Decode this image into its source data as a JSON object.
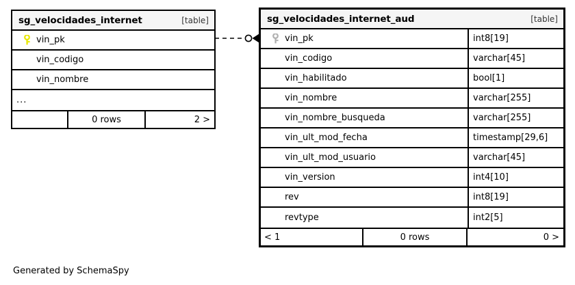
{
  "diagram": {
    "generator_credit": "Generated by SchemaSpy",
    "type_tag": "[table]"
  },
  "tables": [
    {
      "id": "sg_velocidades_internet",
      "name": "sg_velocidades_internet",
      "type_tag": "[table]",
      "columns": [
        {
          "name": "vin_pk",
          "key": "primary-key",
          "key_color": "#e8e800",
          "type": ""
        },
        {
          "name": "vin_codigo",
          "key": "none",
          "type": ""
        },
        {
          "name": "vin_nombre",
          "key": "none",
          "type": ""
        }
      ],
      "ellipsis": "...",
      "footer": {
        "left": "",
        "middle": "0 rows",
        "right": "2 >"
      }
    },
    {
      "id": "sg_velocidades_internet_aud",
      "name": "sg_velocidades_internet_aud",
      "type_tag": "[table]",
      "columns": [
        {
          "name": "vin_pk",
          "key": "primary-key",
          "key_color": "#b0b0b0",
          "type": "int8[19]"
        },
        {
          "name": "vin_codigo",
          "key": "none",
          "type": "varchar[45]"
        },
        {
          "name": "vin_habilitado",
          "key": "none",
          "type": "bool[1]"
        },
        {
          "name": "vin_nombre",
          "key": "none",
          "type": "varchar[255]"
        },
        {
          "name": "vin_nombre_busqueda",
          "key": "none",
          "type": "varchar[255]"
        },
        {
          "name": "vin_ult_mod_fecha",
          "key": "none",
          "type": "timestamp[29,6]"
        },
        {
          "name": "vin_ult_mod_usuario",
          "key": "none",
          "type": "varchar[45]"
        },
        {
          "name": "vin_version",
          "key": "none",
          "type": "int4[10]"
        },
        {
          "name": "rev",
          "key": "none",
          "type": "int8[19]"
        },
        {
          "name": "revtype",
          "key": "none",
          "type": "int2[5]"
        }
      ],
      "footer": {
        "left": "< 1",
        "middle": "0 rows",
        "right": "0 >"
      }
    }
  ],
  "relationship": {
    "from_table": "sg_velocidades_internet",
    "from_column": "vin_pk",
    "to_table": "sg_velocidades_internet_aud",
    "to_column": "vin_pk",
    "line_style": "dashed",
    "source_cardinality": "zero-or-one",
    "target_cardinality": "many",
    "color": "#000000"
  }
}
